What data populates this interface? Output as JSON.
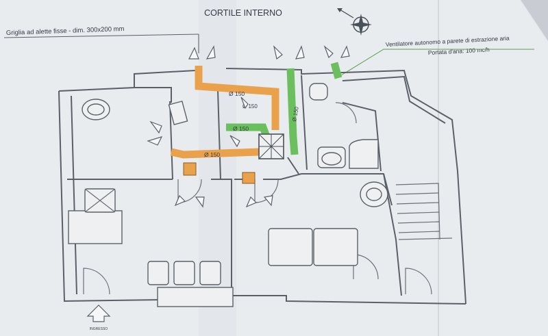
{
  "plan": {
    "courtyard_title": "CORTILE INTERNO",
    "grille_note": "Griglia ad alette fisse - dim. 300x200 mm",
    "fan_note_line1": "Ventilatore autonomo a parete di estrazione aria",
    "fan_note_line2": "Portata d'aria: 100 mc/h",
    "duct_label_1": "Ø 150",
    "duct_label_2": "Ø 150",
    "duct_label_3": "Ø 150",
    "duct_label_4": "Ø 150",
    "duct_label_5": "Ø 150",
    "entrance_label": "INGRESSO"
  },
  "colors": {
    "paper": "#e9ecef",
    "duct_orange": "#e9a14b",
    "duct_green": "#6cbf5e"
  }
}
